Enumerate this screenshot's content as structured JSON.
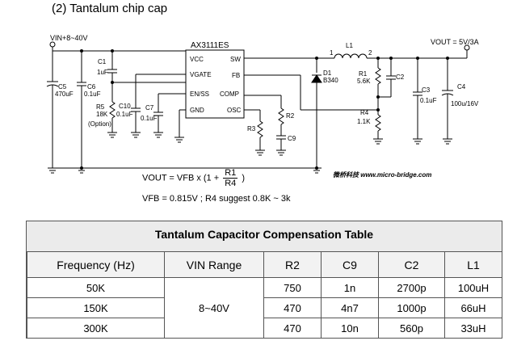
{
  "header": {
    "title": "(2)  Tantalum chip cap"
  },
  "schematic": {
    "ic_name": "AX3111ES",
    "pins_left": [
      "VCC",
      "VGATE",
      "EN/SS",
      "GND"
    ],
    "pins_right": [
      "SW",
      "FB",
      "COMP",
      "OSC"
    ],
    "vin_label": "VIN+8~40V",
    "vout_label": "VOUT = 5V/3A",
    "components": {
      "c5": [
        "C5",
        "470uF"
      ],
      "c6": [
        "C6",
        "0.1uF"
      ],
      "c1": [
        "C1",
        "1uF"
      ],
      "r5": [
        "R5",
        "18K",
        "(Option)"
      ],
      "c10": [
        "C10",
        "0.1uF"
      ],
      "c7": [
        "C7",
        "0.1uF"
      ],
      "r3": [
        "R3"
      ],
      "r2": [
        "R2"
      ],
      "c9": [
        "C9"
      ],
      "l1": [
        "L1",
        "1",
        "2"
      ],
      "d1": [
        "D1",
        "B340"
      ],
      "r1": [
        "R1",
        "5.6K"
      ],
      "c2": [
        "C2"
      ],
      "r4": [
        "R4",
        "1.1K"
      ],
      "c3": [
        "C3",
        "0.1uF"
      ],
      "c4": [
        "C4",
        "100u/16V"
      ]
    },
    "watermark": "微桥科技 www.micro-bridge.com"
  },
  "formula": {
    "prefix": "VOUT = VFB x (1 +",
    "numerator": "R1",
    "denominator": "R4",
    "suffix": ")",
    "note": "VFB = 0.815V ;  R4 suggest 0.8K ~ 3k"
  },
  "table": {
    "title": "Tantalum Capacitor Compensation Table",
    "headers": [
      "Frequency (Hz)",
      "VIN Range",
      "R2",
      "C9",
      "C2",
      "L1"
    ],
    "vin_range": "8~40V",
    "rows": [
      [
        "50K",
        "750",
        "1n",
        "2700p",
        "100uH"
      ],
      [
        "150K",
        "470",
        "4n7",
        "1000p",
        "66uH"
      ],
      [
        "300K",
        "470",
        "10n",
        "560p",
        "33uH"
      ]
    ]
  }
}
